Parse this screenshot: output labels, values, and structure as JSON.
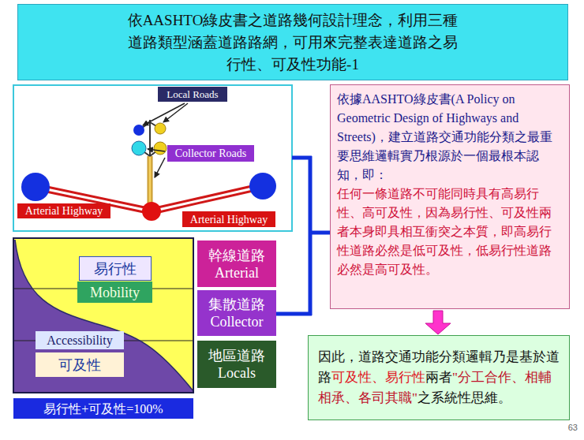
{
  "diagram": {
    "title": "依AASHTO綠皮書之道路幾何設計理念，利用三種道路類型涵蓋道路路網，可用來完整表達道路之易行性、可及性功能-1",
    "nodes": [
      {
        "text": [
          "Local Roads"
        ]
      },
      {
        "text": [
          "Collector Roads"
        ]
      },
      {
        "text": [
          "Arterial Highway"
        ]
      },
      {
        "text": [
          "Arterial Highway"
        ]
      },
      {
        "text": [
          "依據AASHTO綠皮書(A Policy on Geometric Design of Highways and Streets)，建立道路交通功能分類之最重要思維邏輯實乃根源於一個最根本認知，即：",
          "任何一條道路不可能同時具有高易行性、高可及性，因為易行性、可及性兩者本身即具相互衝突之本質，即高易行性道路必然是低可及性，低易行性道路必然是高可及性。"
        ]
      },
      {
        "text": [
          "易行性"
        ]
      },
      {
        "text": [
          "Mobility"
        ]
      },
      {
        "text": [
          "幹線道路",
          "Arterial"
        ]
      },
      {
        "text": [
          "集散道路",
          "Collector"
        ]
      },
      {
        "text": [
          "Accessibility"
        ]
      },
      {
        "text": [
          "可及性"
        ]
      },
      {
        "text": [
          "地區道路",
          "Locals"
        ]
      },
      {
        "text": [
          "因此，道路交通功能分類邏輯乃是基於道路",
          "可及性、易行性",
          "兩者",
          "\"分工合作、相輔相承、各司其職\"",
          "之系統性思維。"
        ]
      },
      {
        "text": [
          "易行性+可及性=100%"
        ]
      }
    ],
    "edges": [
      {
        "from": 4,
        "to": 12,
        "arrow": "to"
      }
    ],
    "labels": [
      "63"
    ]
  }
}
